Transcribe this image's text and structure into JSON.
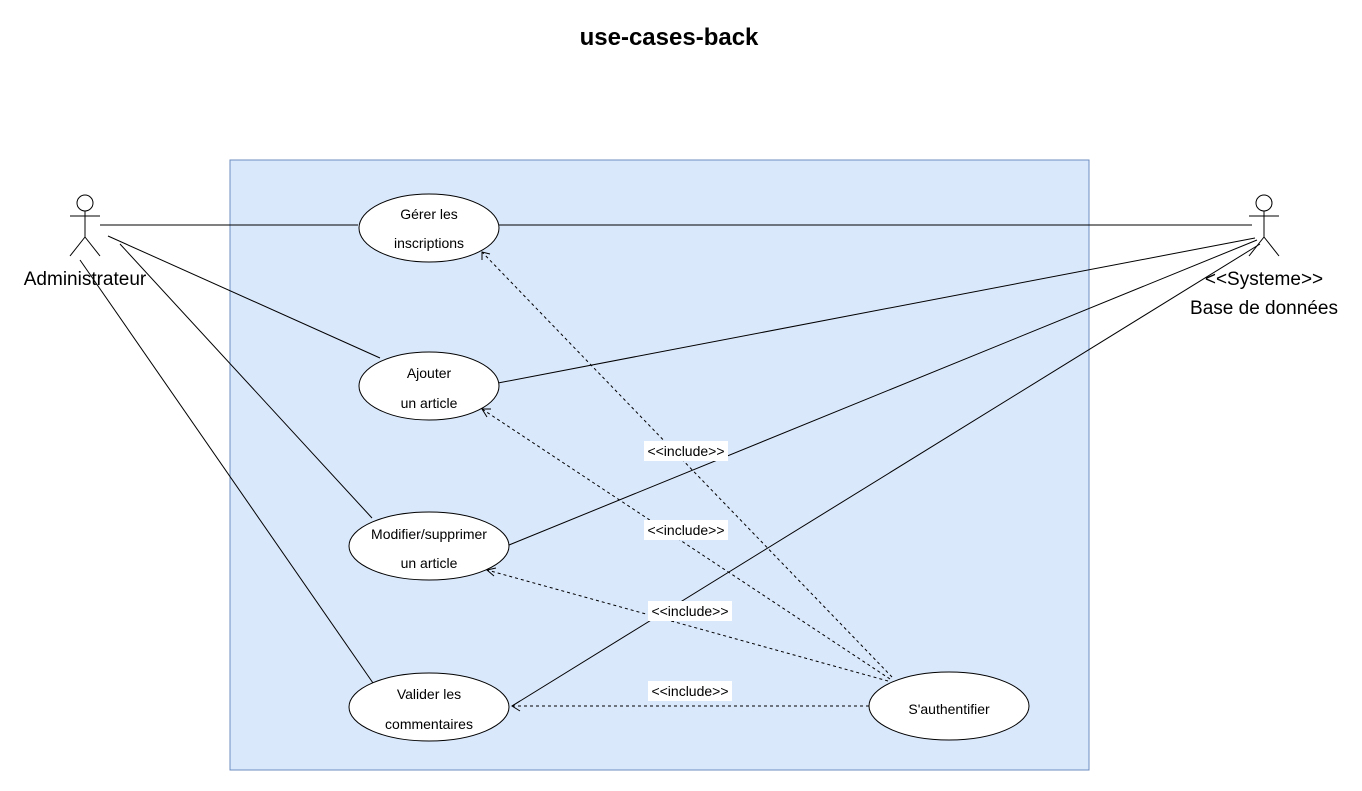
{
  "title": "use-cases-back",
  "colors": {
    "system_fill": "#dae8fc",
    "system_stroke": "#6c8ebf",
    "line": "#000000",
    "usecase_fill": "#ffffff"
  },
  "actors": {
    "admin": {
      "name": "Administrateur"
    },
    "db": {
      "stereotype": "<<Systeme>>",
      "name": "Base de données"
    }
  },
  "use_cases": {
    "gerer": [
      "Gérer les",
      "inscriptions"
    ],
    "ajouter": [
      "Ajouter",
      "un article"
    ],
    "modifier": [
      "Modifier/supprimer",
      "un article"
    ],
    "valider": [
      "Valider les",
      "commentaires"
    ],
    "auth": [
      "S'authentifier"
    ]
  },
  "include_labels": [
    "<<include>>",
    "<<include>>",
    "<<include>>",
    "<<include>>"
  ]
}
